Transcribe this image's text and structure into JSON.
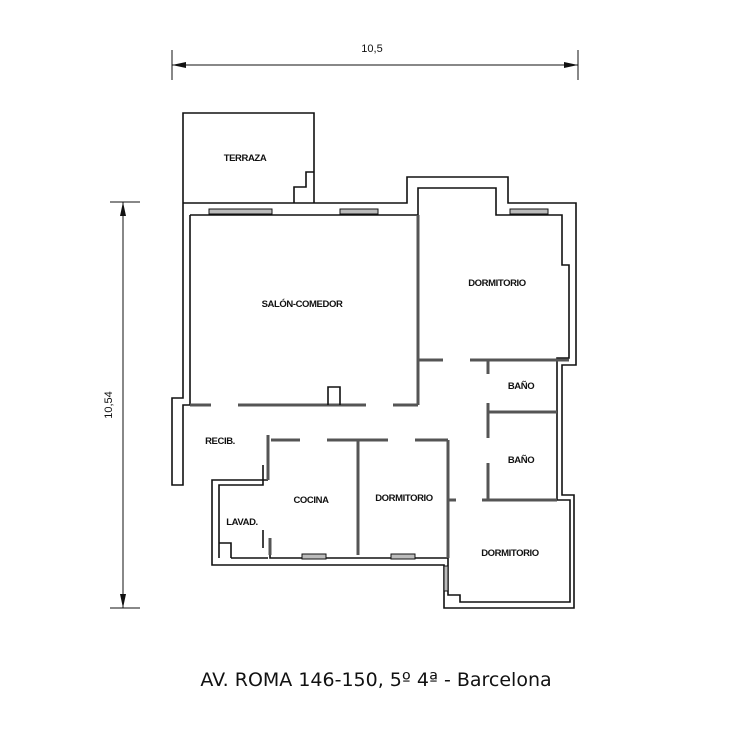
{
  "dimensions": {
    "width": "10,5",
    "height": "10,54"
  },
  "rooms": {
    "terraza": "TERRAZA",
    "salon": "SALÓN-COMEDOR",
    "dormitorio1": "DORMITORIO",
    "bano1": "BAÑO",
    "bano2": "BAÑO",
    "recib": "RECIB.",
    "cocina": "COCINA",
    "dormitorio2": "DORMITORIO",
    "lavad": "LAVAD.",
    "dormitorio3": "DORMITORIO"
  },
  "title": "AV. ROMA 146-150, 5º 4ª - Barcelona"
}
